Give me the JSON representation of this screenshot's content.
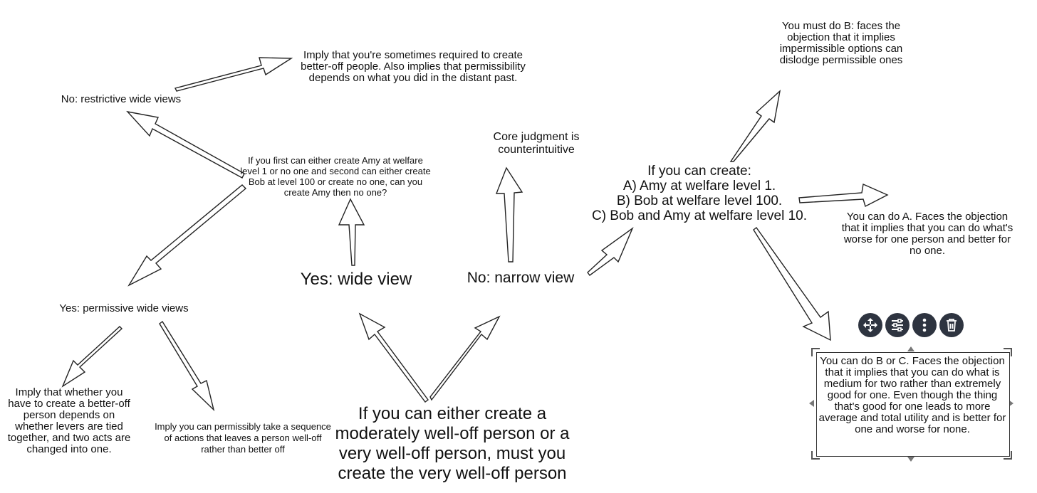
{
  "nodes": {
    "root": "If you can either create a moderately well-off person or a very well-off person, must you create the very well-off person",
    "wide_view": "Yes: wide view",
    "narrow_view": "No: narrow view",
    "amy_bob_question": "If you first can either create Amy  at welfare level 1 or no one and second can either create Bob  at level 100 or create no one, can you create Amy then no one?",
    "restrictive": "No: restrictive wide views",
    "restrictive_consequence": "Imply that you're sometimes required to create better-off people.  Also implies that permissibility depends on what you did in the distant past.",
    "permissive": "Yes: permissive wide views",
    "levers_consequence": "Imply that whether you have to create a better-off person depends on whether levers are tied together, and two acts are changed into  one.",
    "sequence_consequence": "Imply you can permissibly take a sequence of actions that leaves a person well-off rather than better off",
    "core_judgment": "Core judgment is counterintuitive",
    "three_options_intro": "If you can create:",
    "option_a": "A) Amy at welfare level 1.",
    "option_b": "B) Bob at welfare level 100.",
    "option_c": "C) Bob and Amy at welfare level 10.",
    "must_do_b": "You must do B: faces the objection that it implies impermissible options can dislodge permissible ones",
    "can_do_a": "You can do A.  Faces the objection that it implies that you can do what's worse for one person and better for no one.",
    "can_do_b_or_c": "You can do B or C.  Faces the objection that it implies that you can do what is medium for two rather than extremely good for one. Even though the thing that's good for one leads to more average and total utility and is better for one and worse for none."
  },
  "toolbar": {
    "icons": [
      "move-icon",
      "settings-sliders-icon",
      "more-options-icon",
      "trash-icon"
    ],
    "color": "#2e3440"
  },
  "colors": {
    "arrow_stroke": "#222222",
    "arrow_fill": "#ffffff",
    "text": "#111111"
  }
}
